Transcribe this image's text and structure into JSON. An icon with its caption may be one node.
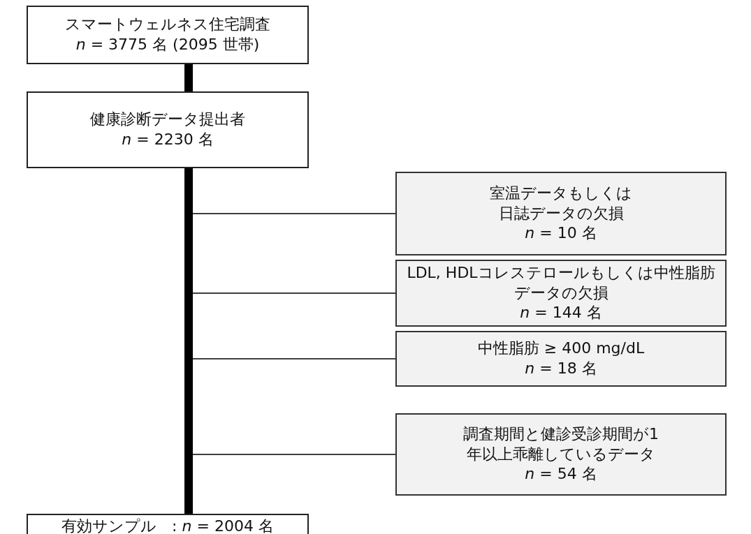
{
  "diagram": {
    "nodes": [
      {
        "text": [
          "スマートウェルネス住宅調査",
          "*n* = 3775 名 (2095 世帯)"
        ]
      },
      {
        "text": [
          "健康診断データ提出者",
          "*n* = 2230 名"
        ]
      },
      {
        "text": [
          "室温データもしくは日誌データの欠損",
          "*n* = 10 名"
        ]
      },
      {
        "text": [
          "LDL, HDLコレステロールもしくは中性脂肪データの欠損",
          "*n* = 144 名"
        ]
      },
      {
        "text": [
          "中性脂肪 ≥ 400 mg/dL",
          "*n* = 18 名"
        ]
      },
      {
        "text": [
          "調査期間と健診受診期間が1年以上乖離しているデータ",
          "*n* = 54 名"
        ]
      },
      {
        "text": [
          "有効サンプル　: *n* = 2004 名"
        ]
      }
    ],
    "edges": [
      {
        "from": 0,
        "to": 1,
        "arrow": "none",
        "style": "thick"
      },
      {
        "from": 1,
        "to": 2,
        "arrow": "none"
      },
      {
        "from": 1,
        "to": 3,
        "arrow": "none"
      },
      {
        "from": 1,
        "to": 4,
        "arrow": "none"
      },
      {
        "from": 1,
        "to": 5,
        "arrow": "none"
      },
      {
        "from": 1,
        "to": 6,
        "arrow": "none",
        "style": "thick"
      }
    ]
  }
}
